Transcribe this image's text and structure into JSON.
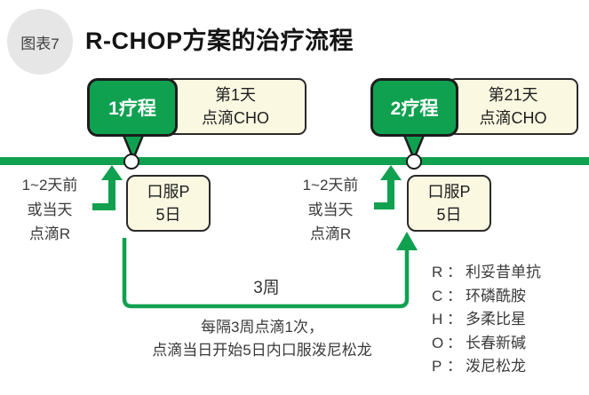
{
  "figure": {
    "badge": "图表7",
    "title": "R-CHOP方案的治疗流程"
  },
  "colors": {
    "accent_green": "#0fa150",
    "box_cream": "#faf8e1",
    "outline_dark": "#1c1c1c",
    "badge_gray": "#e6e6e6",
    "text_gray": "#3a3a3a"
  },
  "cycles": [
    {
      "bubble": "1疗程",
      "day_line1": "第1天",
      "day_line2": "点滴CHO",
      "pre_line1": "1~2天前",
      "pre_line2": "或当天",
      "pre_line3": "点滴R",
      "oral_line1": "口服P",
      "oral_line2": "5日"
    },
    {
      "bubble": "2疗程",
      "day_line1": "第21天",
      "day_line2": "点滴CHO",
      "pre_line1": "1~2天前",
      "pre_line2": "或当天",
      "pre_line3": "点滴R",
      "oral_line1": "口服P",
      "oral_line2": "5日"
    }
  ],
  "interval_label": "3周",
  "note": {
    "line1": "每隔3周点滴1次，",
    "line2": "点滴当日开始5日内口服泼尼松龙"
  },
  "legend": {
    "sep": "：",
    "items": [
      {
        "key": "R",
        "name": "利妥昔单抗"
      },
      {
        "key": "C",
        "name": "环磷酰胺"
      },
      {
        "key": "H",
        "name": "多柔比星"
      },
      {
        "key": "O",
        "name": "长春新碱"
      },
      {
        "key": "P",
        "name": "泼尼松龙"
      }
    ]
  }
}
